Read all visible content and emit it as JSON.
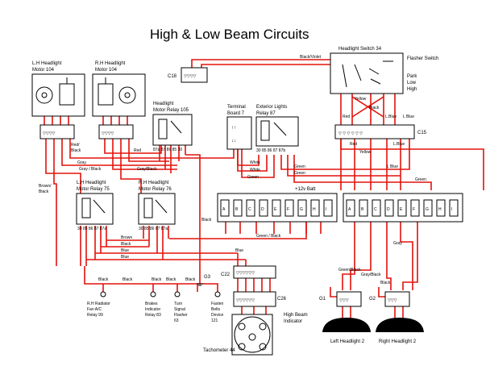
{
  "title": "High & Low Beam Circuits",
  "components": {
    "lh_motor": [
      "L.H Headlight",
      "Motor 104"
    ],
    "rh_motor": [
      "R.H Headlight",
      "Motor 104"
    ],
    "c18": "C18",
    "headlight_switch": "Headlight Switch 34",
    "flasher_switch": "Flasher Switch",
    "park": "Park",
    "low": "Low",
    "high": "High",
    "motor_relay_105": [
      "Headlight",
      "Motor Relay 105"
    ],
    "terminal_board": [
      "Terminal",
      "Board 7"
    ],
    "ext_lights_relay": [
      "Exterior Lights",
      "Relay 87"
    ],
    "c15": "C15",
    "lh_motor_relay": [
      "L.H Headlight",
      "Motor Relay 75"
    ],
    "rh_motor_relay": [
      "R.H Headlight",
      "Motor Relay 76"
    ],
    "batt": "+12v Batt",
    "fuses_left": [
      "A",
      "B",
      "C",
      "D",
      "E",
      "F",
      "G",
      "H",
      "I"
    ],
    "fuses_right": [
      "A",
      "B",
      "C",
      "D",
      "E",
      "F",
      "G",
      "H",
      "I"
    ],
    "c22": "C22",
    "c26": "C26",
    "g3": "G3",
    "g1": "G1",
    "g2": "G2",
    "high_beam": [
      "High Beam",
      "Indicator"
    ],
    "tacho": "Tachometer 44",
    "left_headlight": "Left Headlight  2",
    "right_headlight": "Right Headlight  2",
    "bottom_devices": [
      [
        "R.H Radiator",
        "Fan A/C",
        "Relay  99"
      ],
      [
        "Brakes",
        "Indicator",
        "Relay 83"
      ],
      [
        "Turn",
        "Signal",
        "Flasher",
        "63"
      ],
      [
        "Fasten",
        "Belts",
        "Device",
        "121"
      ]
    ]
  },
  "pins": {
    "relay_105": "87a 87 86  85  30",
    "relay_87": "30  85  86 87 87b",
    "relay_75": "30  85   86 87 87a",
    "relay_76": "30  85   86 87 87a"
  },
  "wires": {
    "black_violet": "Black/Violet",
    "yellow": "Yellow",
    "black_sw": "Black",
    "red_sw": "Red",
    "lblue_1": "L.Blue",
    "l_blue_2": "L Blue",
    "red_c15": "Red",
    "yellow_c15": "Yellow",
    "lblue_c15": "L.Blue",
    "red_black": [
      "Red/",
      "Black"
    ],
    "red_mid": "Red",
    "gray_1": "Gray",
    "gray_black_1": "Gray / Black",
    "gray_black_2": "Gray/Black",
    "brown_black": [
      "Brown/",
      "Black"
    ],
    "white_1": "White",
    "white_2": "White",
    "green_1": "Green",
    "green_2": "Green",
    "green_3": "Green",
    "green_right": "Green",
    "l_blue_right": "L Blue",
    "black_mid": "Black",
    "brown": "Brown",
    "black_low": "Black",
    "blue_1": "Blue",
    "blue_2": "Blue",
    "blue_3": "Blue",
    "green_black_1": "Green / Black",
    "green_black_2": "Green/Black",
    "gray_black_3": "Gray/Black",
    "gray_r": "Gray",
    "black_r": "Black",
    "black_b1": "Black",
    "black_b2": "Black",
    "black_b3": "Black",
    "black_b4": "Black",
    "black_b5": "Black"
  }
}
